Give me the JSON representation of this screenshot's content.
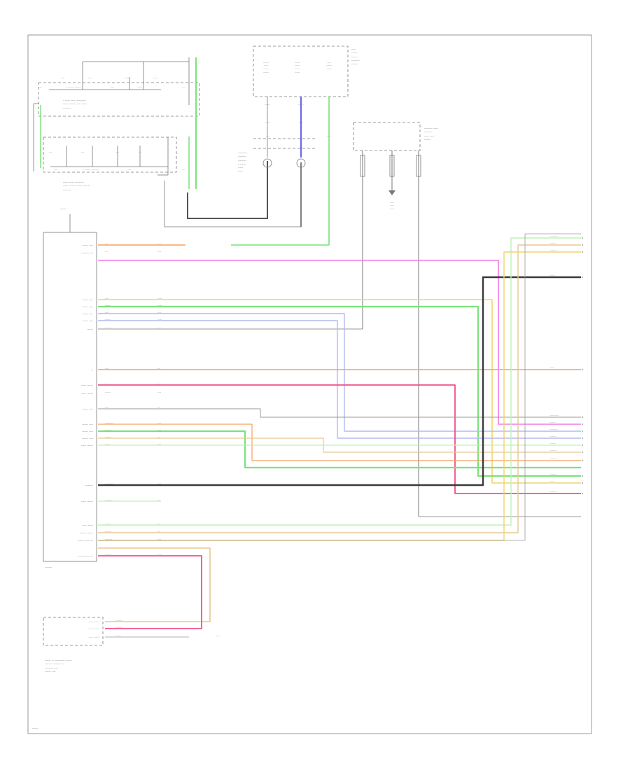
{
  "colors": {
    "background": "#ffffff",
    "frame": "#9a9a9a",
    "wire_default": "#5a5a5a",
    "orange": "#f7a15a",
    "pink": "#f07ae6",
    "yellow": "#f3d36a",
    "green": "#7ae37a",
    "lt_blue": "#b3b8f0",
    "gray": "#9a9a9a",
    "black": "#3a3a3a",
    "red": "#f0508a",
    "tan": "#e6c890",
    "blue": "#6a6ae8",
    "lt_green": "#bdf2b3"
  },
  "diagram": {
    "footer_code": "------",
    "modules": {
      "switch_a_name": "- ----- ---- ----------\n----- ------- ---- -----\n--------",
      "switch_b_name": "----- ----- ---------\n----- ------- ----- -------\n--------",
      "remote_block_name": "----\n------\n------\n--------\n------",
      "selector_name": "---------\n--------\n--------\n--------\n-----\n-----",
      "radio_name": "------",
      "radio_label": "-------",
      "antenna_name": "-------- -----\n--------\n----- ----\n------",
      "bottom_name": "------ -- ---------- ------\n------- -------- --\n-------- ----\n------ ----"
    },
    "switch_a": {
      "labels": [
        "----",
        "-----",
        "------",
        "------"
      ],
      "pins": [
        "----",
        "- ------- -------",
        "-----",
        "-----",
        "---"
      ]
    },
    "switch_b": {
      "labels": [
        "---",
        "----",
        "---",
        "---"
      ],
      "pins": [
        "----",
        "- ------- --------",
        "----",
        "---"
      ]
    },
    "remote_cols": [
      "------\n-----\n------\n------",
      "------\n-----\n------\n------",
      "----\n------\n------"
    ],
    "remote_wires": [
      "------",
      "---- -",
      "------",
      "-----",
      "---",
      "-----"
    ],
    "ground": "-----\n----\n-----",
    "radio_pins": [
      {
        "label": "------ ----",
        "wire": "---",
        "color": "----"
      },
      {
        "label": "-------- ---",
        "wire": "---",
        "color": "----"
      },
      {
        "label": "",
        "wire": "",
        "color": ""
      },
      {
        "label": "",
        "wire": "",
        "color": ""
      },
      {
        "label": "",
        "wire": "",
        "color": ""
      },
      {
        "label": "------ ----",
        "wire": "----",
        "color": "-----"
      },
      {
        "label": "------ ----",
        "wire": "------",
        "color": "-----"
      },
      {
        "label": "------ ----",
        "wire": "----",
        "color": "----"
      },
      {
        "label": "------ ----",
        "wire": "------",
        "color": "-----"
      },
      {
        "label": "------",
        "wire": "-------",
        "color": "----"
      },
      {
        "label": "--",
        "wire": "----",
        "color": "---"
      },
      {
        "label": "----- ------",
        "wire": "----",
        "color": "----"
      },
      {
        "label": "----- ------",
        "wire": "------",
        "color": "----"
      },
      {
        "label": "------ ----",
        "wire": "----",
        "color": "---"
      },
      {
        "label": "------ ----",
        "wire": "---------",
        "color": "----"
      },
      {
        "label": "------ ----",
        "wire": "-------",
        "color": "----"
      },
      {
        "label": "------ ----",
        "wire": "------",
        "color": "---"
      },
      {
        "label": "----- ------",
        "wire": "-----",
        "color": "----"
      },
      {
        "label": "--------",
        "wire": "---------",
        "color": "----"
      },
      {
        "label": "----- ------",
        "wire": "--------",
        "color": "---"
      },
      {
        "label": "---- ------",
        "wire": "------",
        "color": "---"
      },
      {
        "label": "------ ------",
        "wire": "-------",
        "color": "---"
      },
      {
        "label": "------ ---- ---",
        "wire": "--------",
        "color": "----"
      },
      {
        "label": "---- ------ ---",
        "wire": "-------",
        "color": "-----"
      }
    ],
    "right_labels": [
      "---------",
      "------",
      "-------",
      "-----",
      "----",
      "---------",
      "-----",
      "--------",
      "-------",
      "------",
      "-------",
      "-------",
      "------",
      "----",
      "-------"
    ],
    "bottom_pins": [
      "----- ------",
      "------ ------",
      "----- ------"
    ],
    "bottom_wires": [
      "-------",
      "-------",
      "------",
      "-----"
    ]
  }
}
